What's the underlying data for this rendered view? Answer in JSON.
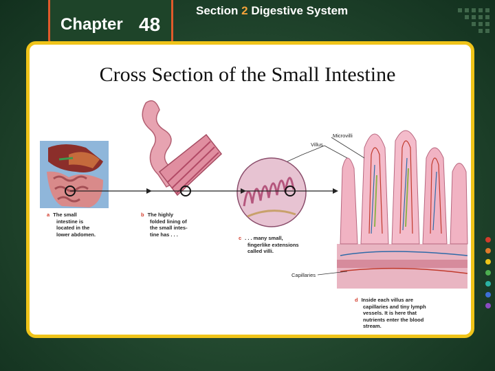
{
  "header": {
    "chapter_word": "Chapter",
    "chapter_number": "48",
    "section_prefix": "Section",
    "section_number": "2",
    "section_title": "Digestive System"
  },
  "slide": {
    "title": "Cross Section of the Small Intestine"
  },
  "figure": {
    "labels": {
      "microvilli": "Microvilli",
      "villus": "Villus",
      "capillaries": "Capillaries"
    },
    "captions": [
      {
        "letter": "a",
        "lines": [
          "The small",
          "intestine is",
          "located in the",
          "lower abdomen."
        ]
      },
      {
        "letter": "b",
        "lines": [
          "The highly",
          "folded lining of",
          "the small intes-",
          "tine has . . ."
        ]
      },
      {
        "letter": "c",
        "lines": [
          ". . . many small,",
          "fingerlike extensions",
          "called villi."
        ]
      },
      {
        "letter": "d",
        "lines": [
          "Inside each villus are",
          "capillaries and tiny lymph",
          "vessels. It is here that",
          "nutrients enter the blood",
          "stream."
        ]
      }
    ]
  },
  "colors": {
    "panel_border": "#f0c419",
    "tab_border": "#e05a2b",
    "section_number": "#f5a33b",
    "caption_letter": "#d23b2b"
  }
}
